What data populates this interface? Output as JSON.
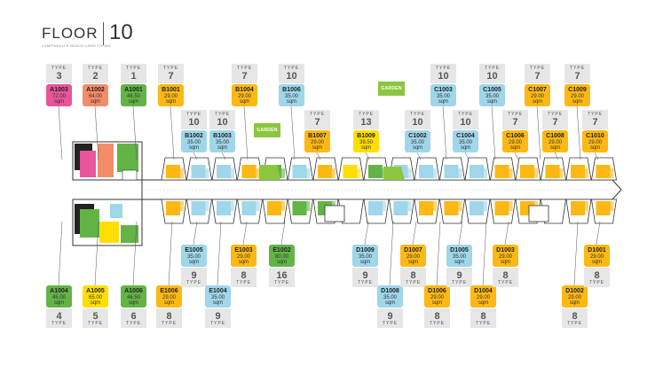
{
  "header": {
    "floor_word": "FLOOR",
    "floor_number": "10",
    "subtitle": "LUMPINIVILLE BEACH LAEM THONG"
  },
  "type_word": "TYPE",
  "sqm_word": "sqm",
  "garden_label": "GARDEN",
  "colors": {
    "pink": "#e8559a",
    "salmon": "#f48c6a",
    "green": "#62b446",
    "yellow": "#ffde00",
    "orange": "#fdb813",
    "lightblue": "#9fd6ea",
    "gray": "#e6e6e6"
  },
  "top_units": [
    {
      "code": "A1003",
      "type": "3",
      "area": "72.00",
      "color": "#e8559a"
    },
    {
      "code": "A1002",
      "type": "2",
      "area": "64.00",
      "color": "#f48c6a"
    },
    {
      "code": "A1001",
      "type": "1",
      "area": "46.50",
      "color": "#62b446"
    },
    {
      "code": "B1001",
      "type": "7",
      "area": "29.00",
      "color": "#fdb813"
    },
    {
      "code": "B1002",
      "type": "10",
      "area": "35.00",
      "color": "#9fd6ea"
    },
    {
      "code": "B1003",
      "type": "10",
      "area": "35.00",
      "color": "#9fd6ea"
    },
    {
      "code": "B1004",
      "type": "7",
      "area": "29.00",
      "color": "#fdb813"
    },
    {
      "code": "B1006",
      "type": "10",
      "area": "35.00",
      "color": "#9fd6ea"
    },
    {
      "code": "B1007",
      "type": "7",
      "area": "29.00",
      "color": "#fdb813"
    },
    {
      "code": "B1009",
      "type": "13",
      "area": "39.50",
      "color": "#ffde00"
    },
    {
      "code": "C1002",
      "type": "10",
      "area": "35.00",
      "color": "#9fd6ea"
    },
    {
      "code": "C1003",
      "type": "10",
      "area": "35.00",
      "color": "#9fd6ea"
    },
    {
      "code": "C1004",
      "type": "10",
      "area": "35.00",
      "color": "#9fd6ea"
    },
    {
      "code": "C1005",
      "type": "10",
      "area": "35.00",
      "color": "#9fd6ea"
    },
    {
      "code": "C1006",
      "type": "7",
      "area": "29.00",
      "color": "#fdb813"
    },
    {
      "code": "C1007",
      "type": "7",
      "area": "29.00",
      "color": "#fdb813"
    },
    {
      "code": "C1008",
      "type": "7",
      "area": "29.00",
      "color": "#fdb813"
    },
    {
      "code": "C1009",
      "type": "7",
      "area": "29.00",
      "color": "#fdb813"
    },
    {
      "code": "C1010",
      "type": "7",
      "area": "29.00",
      "color": "#fdb813"
    }
  ],
  "bottom_units": [
    {
      "code": "A1004",
      "type": "4",
      "area": "45.00",
      "color": "#62b446"
    },
    {
      "code": "A1005",
      "type": "5",
      "area": "65.00",
      "color": "#ffde00"
    },
    {
      "code": "A1006",
      "type": "6",
      "area": "46.50",
      "color": "#62b446"
    },
    {
      "code": "E1006",
      "type": "8",
      "area": "29.00",
      "color": "#fdb813"
    },
    {
      "code": "E1005",
      "type": "9",
      "area": "35.00",
      "color": "#9fd6ea"
    },
    {
      "code": "E1004",
      "type": "9",
      "area": "35.00",
      "color": "#9fd6ea"
    },
    {
      "code": "E1003",
      "type": "8",
      "area": "29.00",
      "color": "#fdb813"
    },
    {
      "code": "E1002",
      "type": "16",
      "area": "80.00",
      "color": "#62b446"
    },
    {
      "code": "D1009",
      "type": "9",
      "area": "35.00",
      "color": "#9fd6ea"
    },
    {
      "code": "D1008",
      "type": "9",
      "area": "35.00",
      "color": "#9fd6ea"
    },
    {
      "code": "D1007",
      "type": "8",
      "area": "29.00",
      "color": "#fdb813"
    },
    {
      "code": "D1006",
      "type": "8",
      "area": "29.00",
      "color": "#fdb813"
    },
    {
      "code": "D1005",
      "type": "9",
      "area": "35.00",
      "color": "#9fd6ea"
    },
    {
      "code": "D1004",
      "type": "8",
      "area": "29.00",
      "color": "#fdb813"
    },
    {
      "code": "D1003",
      "type": "8",
      "area": "29.00",
      "color": "#fdb813"
    },
    {
      "code": "D1002",
      "type": "8",
      "area": "29.00",
      "color": "#fdb813"
    },
    {
      "code": "D1001",
      "type": "8",
      "area": "29.00",
      "color": "#fdb813"
    }
  ]
}
